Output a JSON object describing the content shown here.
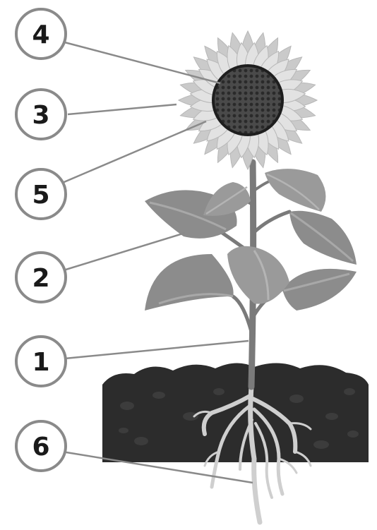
{
  "diagram": {
    "labels": [
      {
        "id": "label-4",
        "text": "4",
        "part": "flower-center"
      },
      {
        "id": "label-3",
        "text": "3",
        "part": "petal"
      },
      {
        "id": "label-5",
        "text": "5",
        "part": "flower-head"
      },
      {
        "id": "label-2",
        "text": "2",
        "part": "leaf"
      },
      {
        "id": "label-1",
        "text": "1",
        "part": "stem"
      },
      {
        "id": "label-6",
        "text": "6",
        "part": "root"
      }
    ],
    "colors": {
      "soil": "#2c2c2c",
      "leaf": "#8c8c8c",
      "petal": "#d6d6d6",
      "center": "#3a3a3a",
      "root": "#cfcfcf",
      "line": "#8a8a8a"
    }
  }
}
